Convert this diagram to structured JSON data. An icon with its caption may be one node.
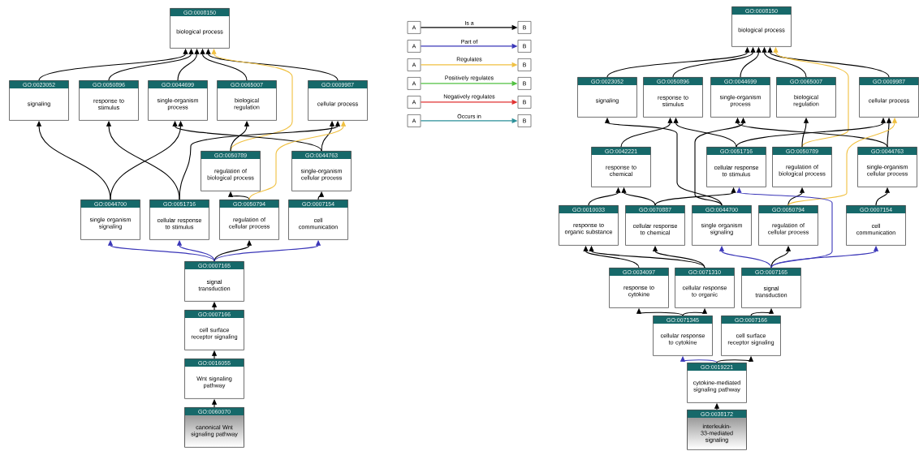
{
  "diagram": {
    "nodes": [
      {
        "text": [
          "GO:0008150",
          "biological process"
        ]
      },
      {
        "text": [
          "GO:0023052",
          "signaling"
        ]
      },
      {
        "text": [
          "GO:0050896",
          "response to stimulus"
        ]
      },
      {
        "text": [
          "GO:0044699",
          "single-organism process"
        ]
      },
      {
        "text": [
          "GO:0065007",
          "biological regulation"
        ]
      },
      {
        "text": [
          "GO:0009987",
          "cellular process"
        ]
      },
      {
        "text": [
          "GO:0050789",
          "regulation of biological process"
        ]
      },
      {
        "text": [
          "GO:0044763",
          "single-organism cellular process"
        ]
      },
      {
        "text": [
          "GO:0044700",
          "single organism signaling"
        ]
      },
      {
        "text": [
          "GO:0051716",
          "cellular response to stimulus"
        ]
      },
      {
        "text": [
          "GO:0050794",
          "regulation of cellular process"
        ]
      },
      {
        "text": [
          "GO:0007154",
          "cell communication"
        ]
      },
      {
        "text": [
          "GO:0007165",
          "signal transduction"
        ]
      },
      {
        "text": [
          "GO:0007166",
          "cell surface receptor signaling"
        ]
      },
      {
        "text": [
          "GO:0016055",
          "Wnt signaling pathway"
        ]
      },
      {
        "text": [
          "GO:0060070",
          "canonical Wnt signaling pathway"
        ]
      },
      {
        "text": [
          "GO:0008150",
          "biological process"
        ]
      },
      {
        "text": [
          "GO:0023052",
          "signaling"
        ]
      },
      {
        "text": [
          "GO:0050896",
          "response to stimulus"
        ]
      },
      {
        "text": [
          "GO:0044699",
          "single-organism process"
        ]
      },
      {
        "text": [
          "GO:0065007",
          "biological regulation"
        ]
      },
      {
        "text": [
          "GO:0009987",
          "cellular process"
        ]
      },
      {
        "text": [
          "GO:0042221",
          "response to chemical"
        ]
      },
      {
        "text": [
          "GO:0051716",
          "cellular response to stimulus"
        ]
      },
      {
        "text": [
          "GO:0050789",
          "regulation of biological process"
        ]
      },
      {
        "text": [
          "GO:0044763",
          "single-organism cellular process"
        ]
      },
      {
        "text": [
          "GO:0010033",
          "response to organic substance"
        ]
      },
      {
        "text": [
          "GO:0070887",
          "cellular response to chemical"
        ]
      },
      {
        "text": [
          "GO:0044700",
          "single organism signaling"
        ]
      },
      {
        "text": [
          "GO:0050794",
          "regulation of cellular process"
        ]
      },
      {
        "text": [
          "GO:0007154",
          "cell communication"
        ]
      },
      {
        "text": [
          "GO:0034097",
          "response to cytokine"
        ]
      },
      {
        "text": [
          "GO:0071310",
          "cellular response to organic"
        ]
      },
      {
        "text": [
          "GO:0007165",
          "signal transduction"
        ]
      },
      {
        "text": [
          "GO:0071345",
          "cellular response to cytokine"
        ]
      },
      {
        "text": [
          "GO:0007166",
          "cell surface receptor signaling"
        ]
      },
      {
        "text": [
          "GO:0019221",
          "cytokine-mediated signaling pathway"
        ]
      },
      {
        "text": [
          "GO:0038172",
          "interleukin-33-mediated signaling"
        ]
      },
      {
        "text": [
          "A"
        ]
      },
      {
        "text": [
          "B"
        ]
      },
      {
        "text": [
          "A"
        ]
      },
      {
        "text": [
          "B"
        ]
      },
      {
        "text": [
          "A"
        ]
      },
      {
        "text": [
          "B"
        ]
      },
      {
        "text": [
          "A"
        ]
      },
      {
        "text": [
          "B"
        ]
      },
      {
        "text": [
          "A"
        ]
      },
      {
        "text": [
          "B"
        ]
      },
      {
        "text": [
          "A"
        ]
      },
      {
        "text": [
          "B"
        ]
      }
    ],
    "edges": [
      {
        "from": 1,
        "to": 0,
        "arrow": "to"
      },
      {
        "from": 2,
        "to": 0,
        "arrow": "to"
      },
      {
        "from": 3,
        "to": 0,
        "arrow": "to"
      },
      {
        "from": 4,
        "to": 0,
        "arrow": "to"
      },
      {
        "from": 5,
        "to": 0,
        "arrow": "to"
      },
      {
        "from": 6,
        "to": 0,
        "arrow": "to",
        "color": "#f0c040"
      },
      {
        "from": 6,
        "to": 4,
        "arrow": "to"
      },
      {
        "from": 7,
        "to": 3,
        "arrow": "to"
      },
      {
        "from": 7,
        "to": 5,
        "arrow": "to"
      },
      {
        "from": 8,
        "to": 1,
        "arrow": "to"
      },
      {
        "from": 8,
        "to": 3,
        "arrow": "to"
      },
      {
        "from": 9,
        "to": 2,
        "arrow": "to"
      },
      {
        "from": 9,
        "to": 5,
        "arrow": "to"
      },
      {
        "from": 10,
        "to": 6,
        "arrow": "to"
      },
      {
        "from": 10,
        "to": 5,
        "arrow": "to",
        "color": "#f0c040"
      },
      {
        "from": 11,
        "to": 7,
        "arrow": "to"
      },
      {
        "from": 12,
        "to": 8,
        "arrow": "to",
        "color": "#3a36b8"
      },
      {
        "from": 12,
        "to": 9,
        "arrow": "to",
        "color": "#3a36b8"
      },
      {
        "from": 12,
        "to": 10,
        "arrow": "to"
      },
      {
        "from": 12,
        "to": 11,
        "arrow": "to",
        "color": "#3a36b8"
      },
      {
        "from": 13,
        "to": 12,
        "arrow": "to"
      },
      {
        "from": 14,
        "to": 13,
        "arrow": "to"
      },
      {
        "from": 15,
        "to": 14,
        "arrow": "to"
      },
      {
        "from": 17,
        "to": 16,
        "arrow": "to"
      },
      {
        "from": 18,
        "to": 16,
        "arrow": "to"
      },
      {
        "from": 19,
        "to": 16,
        "arrow": "to"
      },
      {
        "from": 20,
        "to": 16,
        "arrow": "to"
      },
      {
        "from": 21,
        "to": 16,
        "arrow": "to"
      },
      {
        "from": 24,
        "to": 16,
        "arrow": "to",
        "color": "#f0c040"
      },
      {
        "from": 22,
        "to": 18,
        "arrow": "to"
      },
      {
        "from": 23,
        "to": 18,
        "arrow": "to"
      },
      {
        "from": 23,
        "to": 21,
        "arrow": "to"
      },
      {
        "from": 24,
        "to": 20,
        "arrow": "to"
      },
      {
        "from": 25,
        "to": 19,
        "arrow": "to"
      },
      {
        "from": 25,
        "to": 21,
        "arrow": "to"
      },
      {
        "from": 26,
        "to": 22,
        "arrow": "to"
      },
      {
        "from": 27,
        "to": 22,
        "arrow": "to"
      },
      {
        "from": 27,
        "to": 23,
        "arrow": "to"
      },
      {
        "from": 28,
        "to": 17,
        "arrow": "to"
      },
      {
        "from": 28,
        "to": 19,
        "arrow": "to"
      },
      {
        "from": 29,
        "to": 24,
        "arrow": "to"
      },
      {
        "from": 29,
        "to": 21,
        "arrow": "to",
        "color": "#f0c040"
      },
      {
        "from": 30,
        "to": 25,
        "arrow": "to"
      },
      {
        "from": 31,
        "to": 26,
        "arrow": "to"
      },
      {
        "from": 32,
        "to": 26,
        "arrow": "to"
      },
      {
        "from": 32,
        "to": 27,
        "arrow": "to"
      },
      {
        "from": 33,
        "to": 28,
        "arrow": "to",
        "color": "#3a36b8"
      },
      {
        "from": 33,
        "to": 29,
        "arrow": "to"
      },
      {
        "from": 33,
        "to": 30,
        "arrow": "to",
        "color": "#3a36b8"
      },
      {
        "from": 33,
        "to": 23,
        "arrow": "to",
        "color": "#3a36b8"
      },
      {
        "from": 34,
        "to": 31,
        "arrow": "to"
      },
      {
        "from": 34,
        "to": 32,
        "arrow": "to"
      },
      {
        "from": 35,
        "to": 33,
        "arrow": "to"
      },
      {
        "from": 36,
        "to": 34,
        "arrow": "to",
        "color": "#3a36b8"
      },
      {
        "from": 36,
        "to": 35,
        "arrow": "to"
      },
      {
        "from": 37,
        "to": 36,
        "arrow": "to"
      },
      {
        "from": 38,
        "to": 39,
        "arrow": "to",
        "label": "Is a"
      },
      {
        "from": 40,
        "to": 41,
        "arrow": "to",
        "label": "Part of",
        "color": "#3a36b8"
      },
      {
        "from": 42,
        "to": 43,
        "arrow": "to",
        "label": "Regulates",
        "color": "#f0c040"
      },
      {
        "from": 44,
        "to": 45,
        "arrow": "to",
        "label": "Positively regulates",
        "color": "#50c040"
      },
      {
        "from": 46,
        "to": 47,
        "arrow": "to",
        "label": "Negatively regulates",
        "color": "#e03030"
      },
      {
        "from": 48,
        "to": 49,
        "arrow": "to",
        "label": "Occurs in",
        "color": "#2a8f98"
      }
    ]
  }
}
